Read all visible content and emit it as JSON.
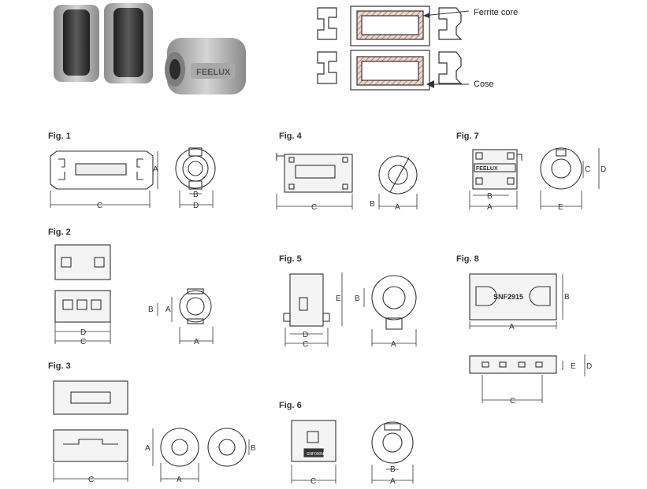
{
  "photo": {
    "brand_text": "FEELUX"
  },
  "callouts": {
    "ferrite": "Ferrite core",
    "case": "Cose"
  },
  "figures": {
    "fig1": {
      "label": "Fig. 1",
      "dims": [
        "A",
        "B",
        "C",
        "D"
      ]
    },
    "fig2": {
      "label": "Fig. 2",
      "dims": [
        "A",
        "B",
        "C",
        "D"
      ]
    },
    "fig3": {
      "label": "Fig. 3",
      "dims": [
        "A",
        "B",
        "C"
      ]
    },
    "fig4": {
      "label": "Fig. 4",
      "dims": [
        "A",
        "B",
        "C"
      ]
    },
    "fig5": {
      "label": "Fig. 5",
      "dims": [
        "A",
        "B",
        "C",
        "D",
        "E"
      ]
    },
    "fig6": {
      "label": "Fig. 6",
      "dims": [
        "A",
        "B",
        "C"
      ],
      "tag": "SNF000N"
    },
    "fig7": {
      "label": "Fig. 7",
      "dims": [
        "A",
        "B",
        "C",
        "D",
        "E"
      ],
      "tag": "FEELUX"
    },
    "fig8": {
      "label": "Fig. 8",
      "dims": [
        "A",
        "B",
        "C",
        "D",
        "E"
      ],
      "tag": "SNF2915"
    }
  },
  "colors": {
    "line": "#333333",
    "gray_case": "#b9b9b9",
    "dark_core": "#3a3a3a",
    "hatch": "#c0392b"
  }
}
